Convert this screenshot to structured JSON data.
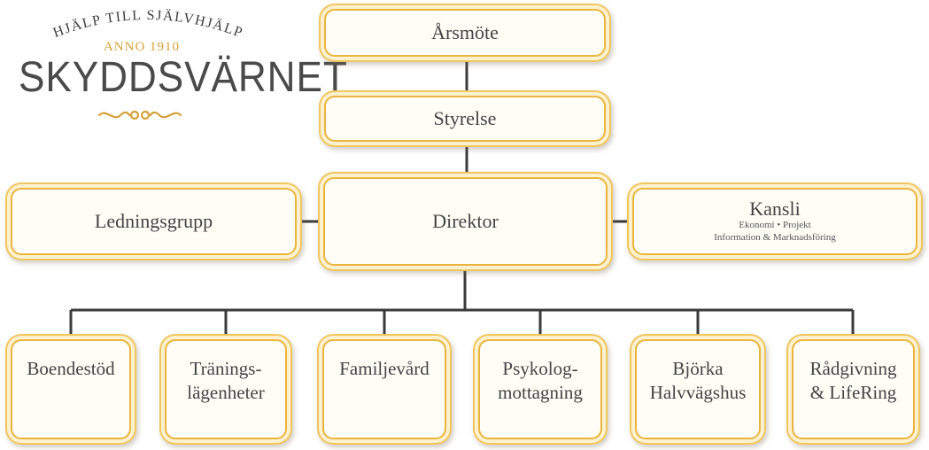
{
  "logo": {
    "tagline": "HJÄLP TILL SJÄLVHJÄLP",
    "since": "ANNO 1910",
    "name": "SKYDDSVÄRNET",
    "accent_color": "#d5a13a"
  },
  "boxes": {
    "arsmote": "Årsmöte",
    "styrelse": "Styrelse",
    "ledningsgrupp": "Ledningsgrupp",
    "direktor": "Direktor",
    "kansli": {
      "title": "Kansli",
      "line1": "Ekonomi • Projekt",
      "line2": "Information & Marknadsföring"
    },
    "units": [
      {
        "line1": "Boendestöd",
        "line2": ""
      },
      {
        "line1": "Tränings-",
        "line2": "lägenheter"
      },
      {
        "line1": "Familjevård",
        "line2": ""
      },
      {
        "line1": "Psykolog-",
        "line2": "mottagning"
      },
      {
        "line1": "Björka",
        "line2": "Halvvägshus"
      },
      {
        "line1": "Rådgivning",
        "line2": "& LifeRing"
      }
    ]
  },
  "colors": {
    "border": "#e9b53e",
    "line": "#3a3a3a",
    "text": "#444444"
  }
}
